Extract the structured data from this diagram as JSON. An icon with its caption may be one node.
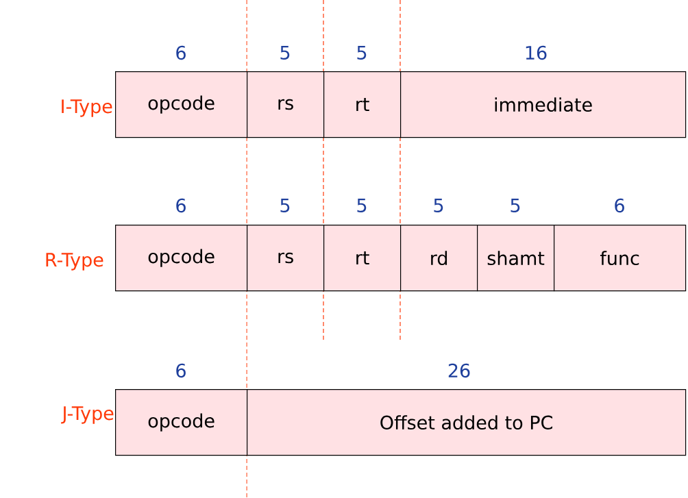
{
  "diagram": {
    "nodes": [
      {
        "text": [
          "opcode"
        ],
        "beside": [
          "6"
        ]
      },
      {
        "text": [
          "rs"
        ],
        "beside": [
          "5"
        ]
      },
      {
        "text": [
          "rt"
        ],
        "beside": [
          "5"
        ]
      },
      {
        "text": [
          "immediate"
        ],
        "beside": [
          "16"
        ]
      },
      {
        "text": [
          "opcode"
        ],
        "beside": [
          "6"
        ]
      },
      {
        "text": [
          "rs"
        ],
        "beside": [
          "5"
        ]
      },
      {
        "text": [
          "rt"
        ],
        "beside": [
          "5"
        ]
      },
      {
        "text": [
          "rd"
        ],
        "beside": [
          "5"
        ]
      },
      {
        "text": [
          "shamt"
        ],
        "beside": [
          "5"
        ]
      },
      {
        "text": [
          "func"
        ],
        "beside": [
          "6"
        ]
      },
      {
        "text": [
          "opcode"
        ],
        "beside": [
          "6"
        ]
      },
      {
        "text": [
          "Offset added to PC"
        ],
        "beside": [
          "26"
        ]
      }
    ],
    "labels": [
      "I-Type",
      "R-Type",
      "J-Type"
    ]
  }
}
